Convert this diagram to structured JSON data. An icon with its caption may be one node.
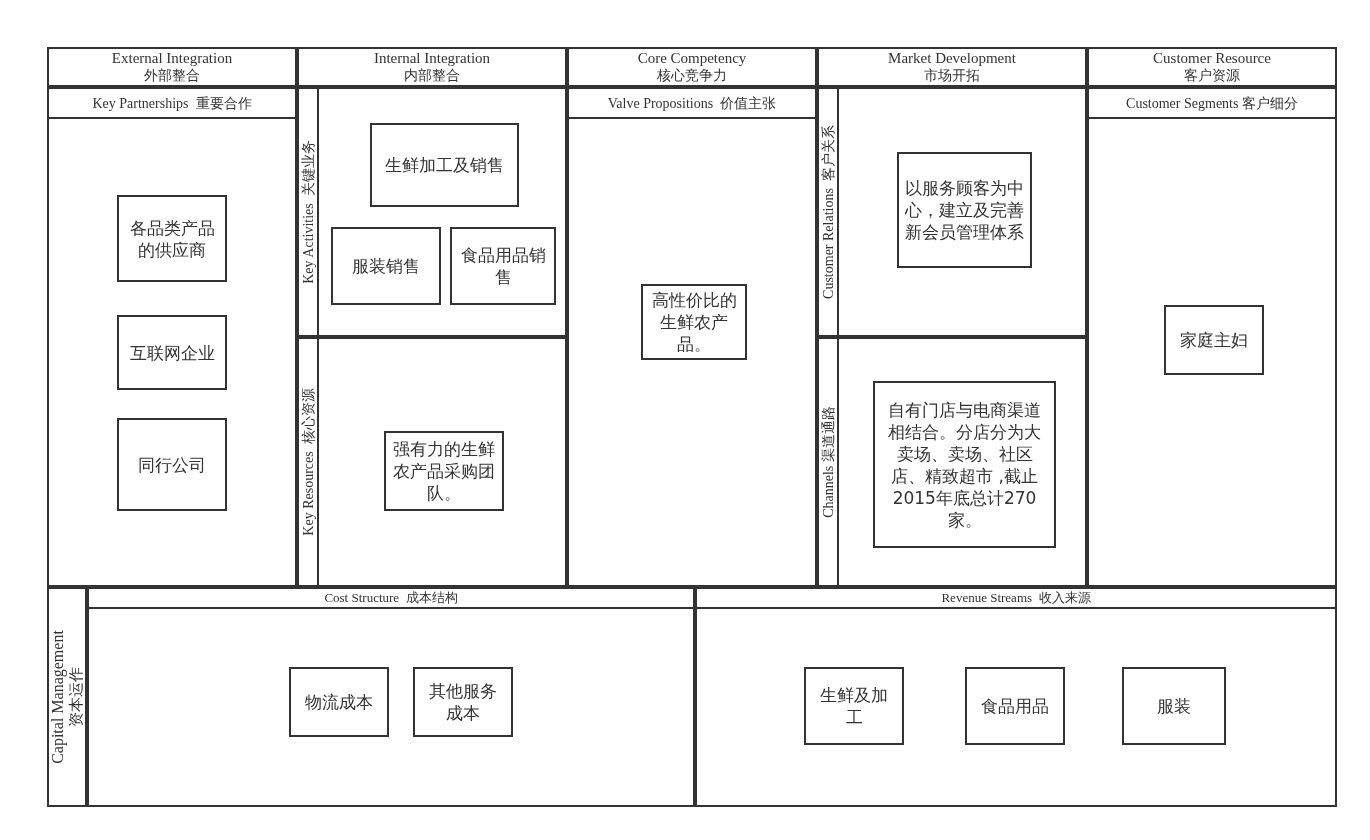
{
  "diagram": {
    "nodes": [
      {
        "text": [
          "External Integration",
          "外部整合"
        ]
      },
      {
        "text": [
          "Internal Integration",
          "内部整合"
        ]
      },
      {
        "text": [
          "Core Competency",
          "核心竞争力"
        ]
      },
      {
        "text": [
          "Market Development",
          "市场开拓"
        ]
      },
      {
        "text": [
          "Customer Resource",
          "客户资源"
        ]
      },
      {
        "text": [
          "Key Partnerships  重要合作"
        ]
      },
      {
        "text": [
          "各品类产品的供应商"
        ],
        "in": 5
      },
      {
        "text": [
          "互联网企业"
        ],
        "in": 5
      },
      {
        "text": [
          "同行公司"
        ],
        "in": 5
      },
      {
        "text": [
          "Key Activities  关键业务"
        ]
      },
      {
        "text": [
          "生鲜加工及销售"
        ],
        "in": 9
      },
      {
        "text": [
          "服装销售"
        ],
        "in": 9
      },
      {
        "text": [
          "食品用品销售"
        ],
        "in": 9
      },
      {
        "text": [
          "Key Resources  核心资源"
        ]
      },
      {
        "text": [
          "强有力的生鲜农产品采购团队。"
        ],
        "in": 13
      },
      {
        "text": [
          "Valve Propositions  价值主张"
        ]
      },
      {
        "text": [
          "高性价比的生鲜农产品。"
        ],
        "in": 15
      },
      {
        "text": [
          "Customer Relations  客户关系"
        ]
      },
      {
        "text": [
          "以服务顾客为中心，建立及完善新会员管理体系"
        ],
        "in": 17
      },
      {
        "text": [
          "Channels 渠道通路"
        ]
      },
      {
        "text": [
          "自有门店与电商渠道相结合。分店分为大卖场、卖场、社区店、精致超市 ,截止2015年底总计270家。"
        ],
        "in": 19
      },
      {
        "text": [
          "Customer Segments 客户细分"
        ]
      },
      {
        "text": [
          "家庭主妇"
        ],
        "in": 21
      },
      {
        "text": [
          "Capital Management",
          "资本运作"
        ]
      },
      {
        "text": [
          "Cost Structure  成本结构"
        ]
      },
      {
        "text": [
          "物流成本"
        ],
        "in": 24
      },
      {
        "text": [
          "其他服务成本"
        ],
        "in": 24
      },
      {
        "text": [
          "Revenue Streams  收入来源"
        ]
      },
      {
        "text": [
          "生鲜及加工"
        ],
        "in": 27
      },
      {
        "text": [
          "食品用品"
        ],
        "in": 27
      },
      {
        "text": [
          "服装"
        ],
        "in": 27
      }
    ],
    "edges": []
  }
}
